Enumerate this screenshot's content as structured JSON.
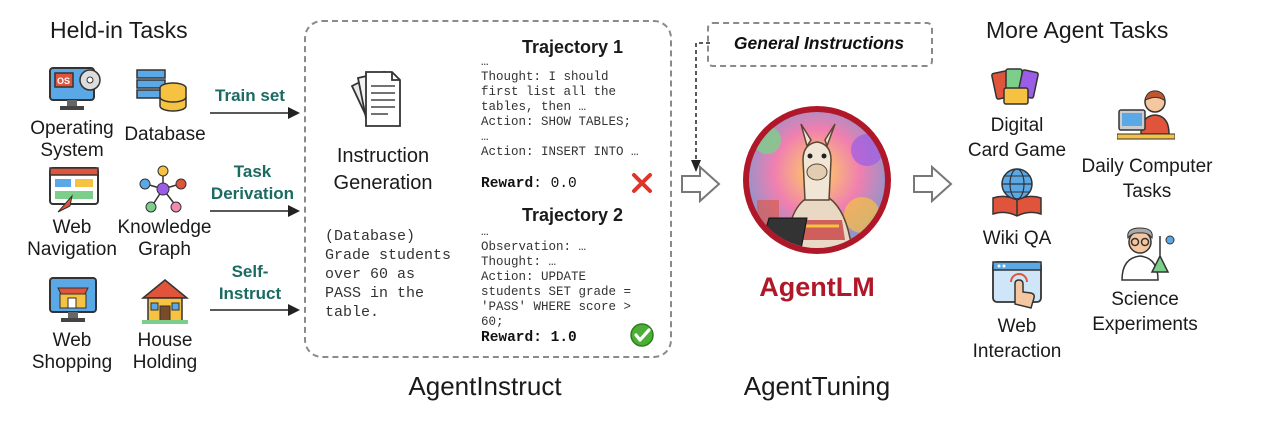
{
  "held_in": {
    "title": "Held-in Tasks",
    "tasks": [
      {
        "label": "Operating\nSystem",
        "icon": "os-monitor-icon"
      },
      {
        "label": "Database",
        "icon": "database-icon"
      },
      {
        "label": "Web\nNavigation",
        "icon": "web-navigation-icon"
      },
      {
        "label": "Knowledge\nGraph",
        "icon": "knowledge-graph-icon"
      },
      {
        "label": "Web\nShopping",
        "icon": "web-shopping-icon"
      },
      {
        "label": "House\nHolding",
        "icon": "house-icon"
      }
    ]
  },
  "arrows": {
    "train_set": "Train set",
    "task_derivation": "Task\nDerivation",
    "self_instruct": "Self-\nInstruct"
  },
  "agentinstruct": {
    "caption": "AgentInstruct",
    "instruction_generation": "Instruction\nGeneration",
    "example_instruction": "(Database)\nGrade students\nover 60 as\nPASS in the\ntable.",
    "trajectory1": {
      "title": "Trajectory 1",
      "text": "…\nThought: I should\nfirst list all the\ntables, then …\nAction: SHOW TABLES;\n…\nAction: INSERT INTO …",
      "reward_label": "Reward",
      "reward_value": ": 0.0"
    },
    "trajectory2": {
      "title": "Trajectory 2",
      "text": "…\nObservation: …\nThought: …\nAction: UPDATE\nstudents SET grade =\n'PASS' WHERE score >\n60;",
      "reward_label": "Reward",
      "reward_value": ": 1.0"
    }
  },
  "general_instructions": "General Instructions",
  "agenttuning": {
    "caption": "AgentTuning",
    "model_name": "AgentLM",
    "brand_color": "#b0182a"
  },
  "more_tasks": {
    "title": "More Agent Tasks",
    "tasks": [
      {
        "label": "Digital\nCard Game",
        "icon": "card-game-icon"
      },
      {
        "label": "Daily Computer\nTasks",
        "icon": "computer-user-icon"
      },
      {
        "label": "Wiki QA",
        "icon": "globe-book-icon"
      },
      {
        "label": "Science\nExperiments",
        "icon": "scientist-icon"
      },
      {
        "label": "Web\nInteraction",
        "icon": "web-click-icon"
      }
    ]
  },
  "colors": {
    "arrow_label": "#1c6b62",
    "cross": "#e0342b",
    "check": "#4caf35",
    "dashed_border": "#8a8a8a"
  }
}
